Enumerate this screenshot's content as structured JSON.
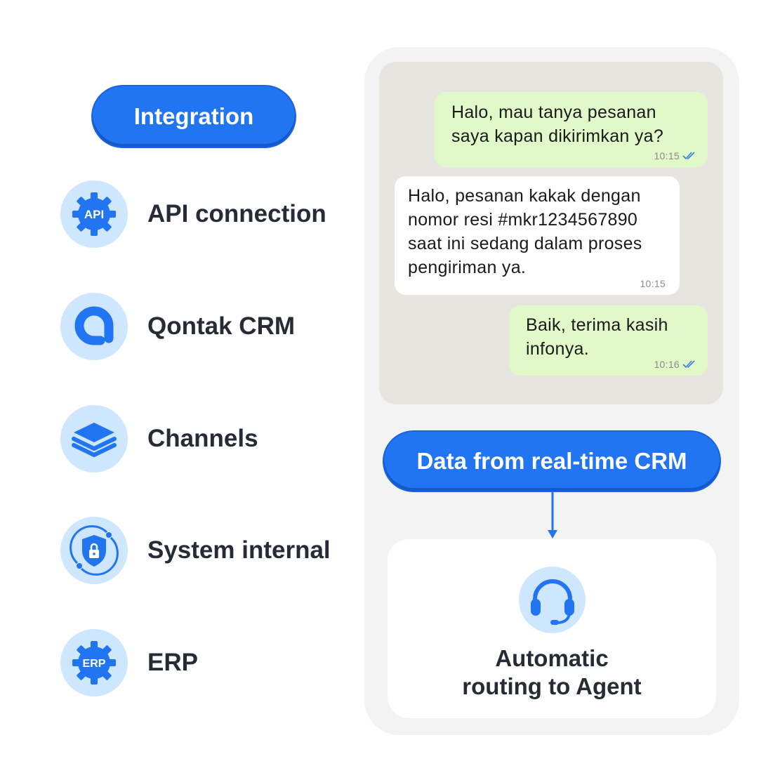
{
  "integration": {
    "title": "Integration",
    "items": [
      {
        "icon": "api-gear-icon",
        "icon_text": "API",
        "label": "API connection"
      },
      {
        "icon": "qontak-logo-icon",
        "label": "Qontak CRM"
      },
      {
        "icon": "layers-icon",
        "label": "Channels"
      },
      {
        "icon": "shield-lock-icon",
        "label": "System internal"
      },
      {
        "icon": "erp-gear-icon",
        "icon_text": "ERP",
        "label": "ERP"
      }
    ]
  },
  "chat": {
    "messages": [
      {
        "direction": "outgoing",
        "lines": [
          "Halo, mau tanya pesanan",
          "saya kapan dikirimkan ya?"
        ],
        "time": "10:15",
        "read_receipt": "double-check-icon"
      },
      {
        "direction": "incoming",
        "lines": [
          "Halo, pesanan kakak dengan",
          "nomor resi #mkr1234567890",
          "saat ini sedang dalam proses",
          "pengiriman ya."
        ],
        "time": "10:15"
      },
      {
        "direction": "outgoing",
        "lines": [
          "Baik, terima kasih",
          "infonya."
        ],
        "time": "10:16",
        "read_receipt": "double-check-icon"
      }
    ]
  },
  "crm_label": "Data from real-time CRM",
  "routing": {
    "icon": "headset-icon",
    "lines": [
      "Automatic",
      "routing to Agent"
    ]
  },
  "colors": {
    "accent_blue": "#2175f2",
    "icon_bg": "#cfe6ff",
    "outgoing_bubble": "#e1f8c9",
    "chat_bg": "#e7e5df",
    "panel_bg": "#f3f3f3",
    "read_tick": "#3a7be0"
  }
}
